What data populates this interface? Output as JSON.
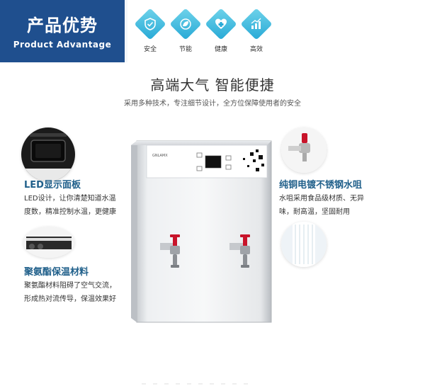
{
  "banner": {
    "title_cn": "产品优势",
    "title_en": "Product Advantage"
  },
  "badges": [
    {
      "label": "安全",
      "icon": "shield-icon"
    },
    {
      "label": "节能",
      "icon": "leaf-icon"
    },
    {
      "label": "健康",
      "icon": "health-cross-icon"
    },
    {
      "label": "高效",
      "icon": "growth-chart-icon"
    }
  ],
  "heading": {
    "title": "高端大气  智能便捷",
    "subtitle": "采用多种技术，专注细节设计，全方位保障使用者的安全"
  },
  "features": {
    "led": {
      "title": "LED显示面板",
      "desc1": "LED设计，让你清楚知道水温",
      "desc2": "度数，精准控制水温，更健康"
    },
    "insulation": {
      "title": "聚氨酯保温材料",
      "desc1": "聚氨酯材料阻碍了空气交流，",
      "desc2": "形成热对流传导，保温效果好"
    },
    "faucet": {
      "title": "纯铜电镀不锈钢水咀",
      "desc1": "水咀采用食品级材质、无异",
      "desc2": "味，耐高温，坚固耐用"
    }
  },
  "colors": {
    "banner": "#1f4f8e",
    "accent": "#27a9d6",
    "feature_title": "#1f5f8a",
    "tap_red": "#c8142a"
  }
}
